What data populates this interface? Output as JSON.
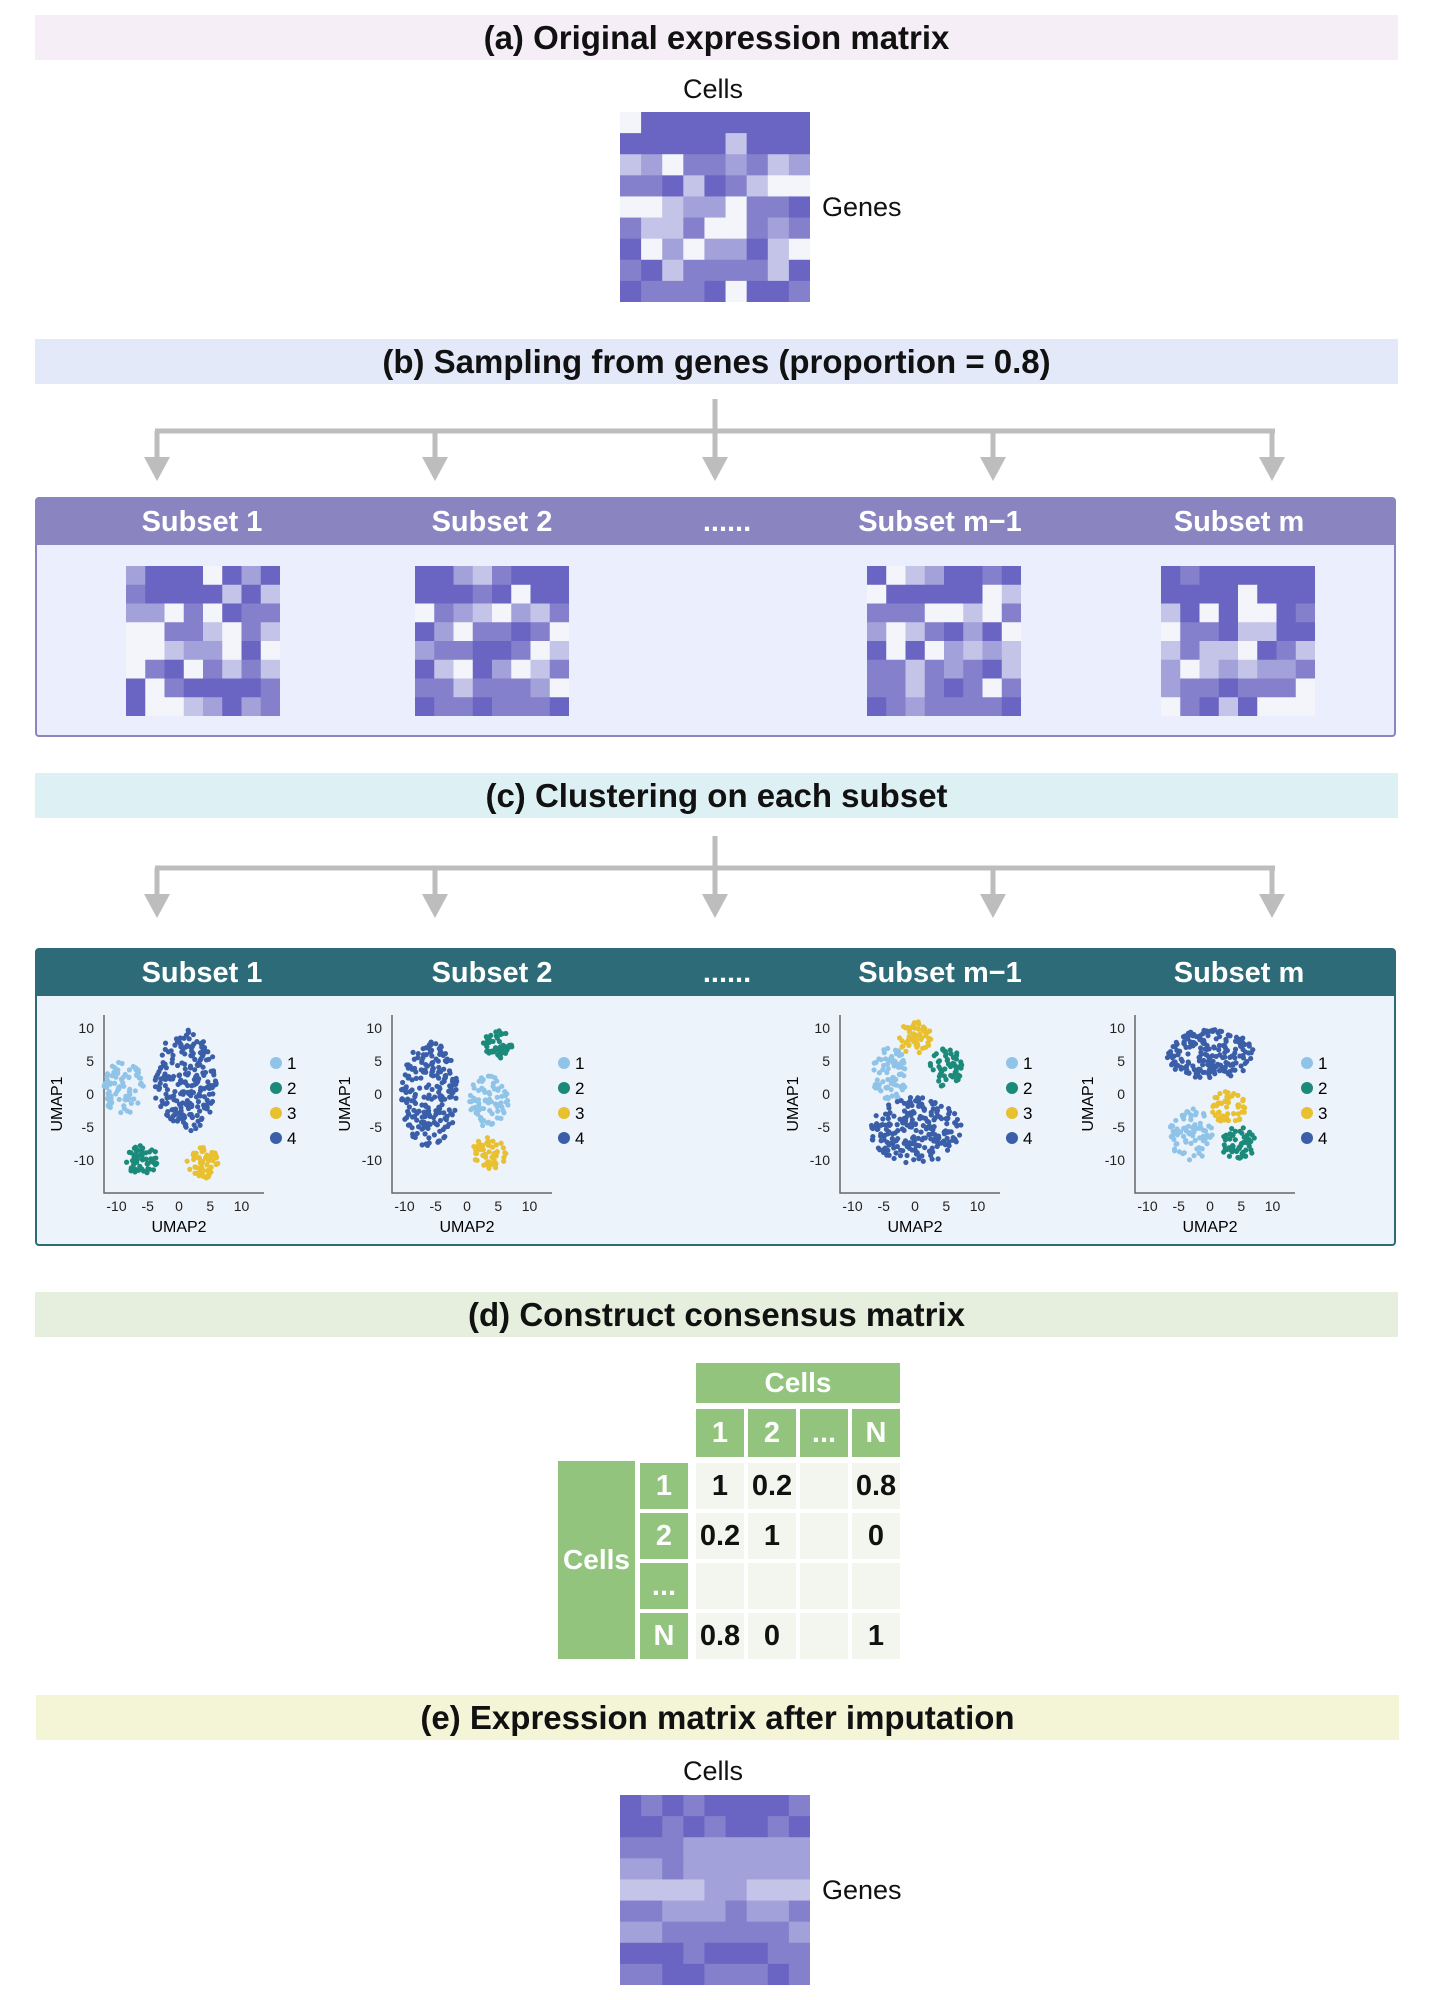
{
  "panels": {
    "a": "(a) Original expression matrix",
    "b": "(b) Sampling from genes (proportion = 0.8)",
    "c": "(c) Clustering on each subset",
    "d": "(d) Construct consensus matrix",
    "e": "(e) Expression matrix after imputation"
  },
  "matrix_labels": {
    "cells": "Cells",
    "genes": "Genes"
  },
  "subsets": [
    "Subset 1",
    "Subset 2",
    "......",
    "Subset m−1",
    "Subset m"
  ],
  "umap": {
    "x_label": "UMAP2",
    "y_label": "UMAP1",
    "x_ticks": [
      "-10",
      "-5",
      "0",
      "5",
      "10"
    ],
    "y_ticks": [
      "10",
      "5",
      "0",
      "-5",
      "-10"
    ],
    "legend": [
      "1",
      "2",
      "3",
      "4"
    ],
    "cluster_colors": [
      "#8fc4e8",
      "#1b8a7a",
      "#e8c030",
      "#3a5ea8"
    ]
  },
  "consensus": {
    "title": "Cells",
    "row_title": "Cells",
    "col_headers": [
      "1",
      "2",
      "...",
      "N"
    ],
    "row_headers": [
      "1",
      "2",
      "...",
      "N"
    ],
    "rows": [
      [
        "1",
        "0.2",
        "",
        "0.8"
      ],
      [
        "0.2",
        "1",
        "",
        "0"
      ],
      [
        "",
        "",
        "",
        ""
      ],
      [
        "0.8",
        "0",
        "",
        "1"
      ]
    ]
  },
  "colors": {
    "band_a": "#f5eef7",
    "band_b": "#e4e9f9",
    "band_c": "#ddf0f3",
    "band_d": "#e6efdd",
    "band_e": "#f4f4d7",
    "subset_header_b": "#8a84c0",
    "subset_border_b": "#8a84c0",
    "subset_header_c": "#2e6b78",
    "subset_border_c": "#2e6b78",
    "table_green": "#93c47d",
    "table_cell": "#f3f6ef",
    "arrow": "#bdbdbd"
  }
}
